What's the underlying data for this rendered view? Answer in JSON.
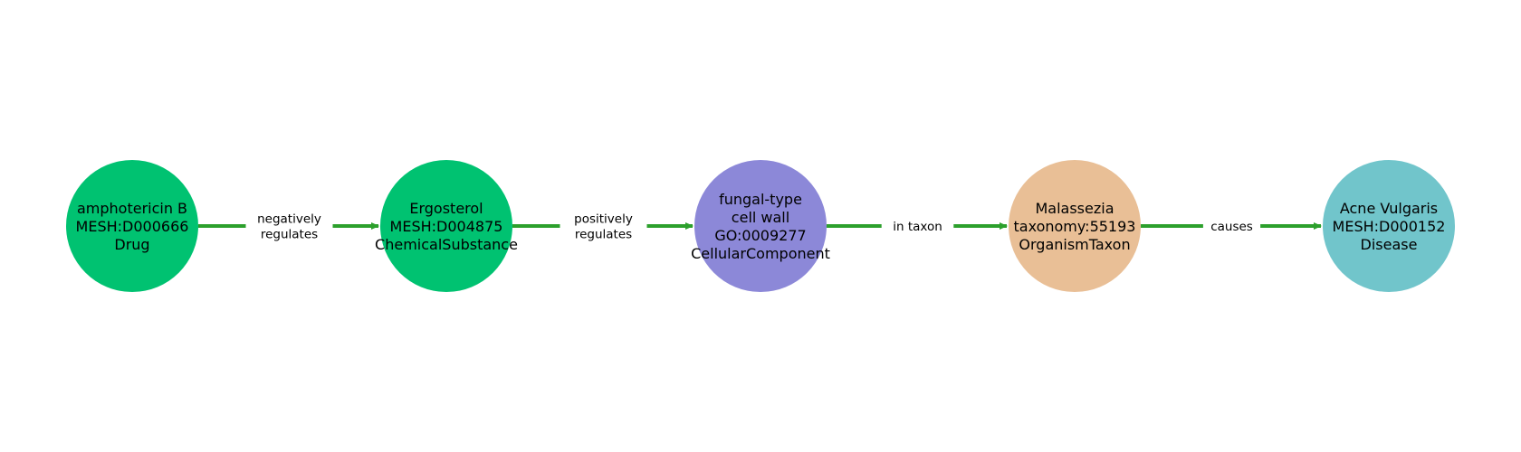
{
  "colors": {
    "edge": "#2ca02c"
  },
  "nodes": [
    {
      "lines": [
        "amphotericin B",
        "MESH:D000666",
        "Drug"
      ],
      "color": "#00c271"
    },
    {
      "lines": [
        "Ergosterol",
        "MESH:D004875",
        "ChemicalSubstance"
      ],
      "color": "#00c271"
    },
    {
      "lines": [
        "fungal-type",
        "cell wall",
        "GO:0009277",
        "CellularComponent"
      ],
      "color": "#8c88d8"
    },
    {
      "lines": [
        "Malassezia",
        "taxonomy:55193",
        "OrganismTaxon"
      ],
      "color": "#e9bf96"
    },
    {
      "lines": [
        "Acne Vulgaris",
        "MESH:D000152",
        "Disease"
      ],
      "color": "#71c5cb"
    }
  ],
  "edges": [
    {
      "from": 0,
      "to": 1,
      "lines": [
        "negatively",
        "regulates"
      ]
    },
    {
      "from": 1,
      "to": 2,
      "lines": [
        "positively",
        "regulates"
      ]
    },
    {
      "from": 2,
      "to": 3,
      "lines": [
        "in taxon"
      ]
    },
    {
      "from": 3,
      "to": 4,
      "lines": [
        "causes"
      ]
    }
  ]
}
